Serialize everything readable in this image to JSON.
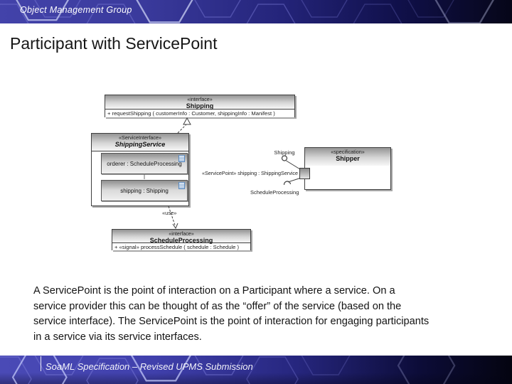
{
  "banner": {
    "brand": "Object Management Group"
  },
  "title": "Participant with ServicePoint",
  "diagram": {
    "shipping_interface": {
      "stereotype": "«interface»",
      "name": "Shipping",
      "operation": "+ requestShipping ( customerInfo : Customer, shippingInfo : Manifest )"
    },
    "shipping_service": {
      "stereotype": "«ServiceInterface»",
      "name": "ShippingService",
      "parts": [
        {
          "label": "orderer : ScheduleProcessing"
        },
        {
          "label": "shipping : Shipping"
        }
      ]
    },
    "schedule_interface": {
      "stereotype": "«interface»",
      "name": "ScheduleProcessing",
      "operation": "+ «signal» processSchedule ( schedule : Schedule )"
    },
    "shipper": {
      "stereotype": "«specification»",
      "name": "Shipper"
    },
    "labels": {
      "use": "«use»",
      "service_point": "«ServicePoint» shipping : ShippingService",
      "provided": "Shipping",
      "required": "ScheduleProcessing"
    }
  },
  "body": {
    "lines": [
      "A ServicePoint is the point of interaction on a Participant where a service.  On a",
      "service provider this can be thought of as the “offer” of the service (based on the",
      "service interface).  The ServicePoint is the point of interaction for engaging participants",
      "in a service via its service interfaces."
    ]
  },
  "footer": {
    "text": "SoaML Specification – Revised UPMS Submission"
  },
  "colors": {
    "banner_blue": "#4343aa",
    "banner_dark": "#060618",
    "hex_outline": "#7b7bd8",
    "box_border": "#3f3f3f",
    "part_icon_blue": "#5a8ac0"
  }
}
